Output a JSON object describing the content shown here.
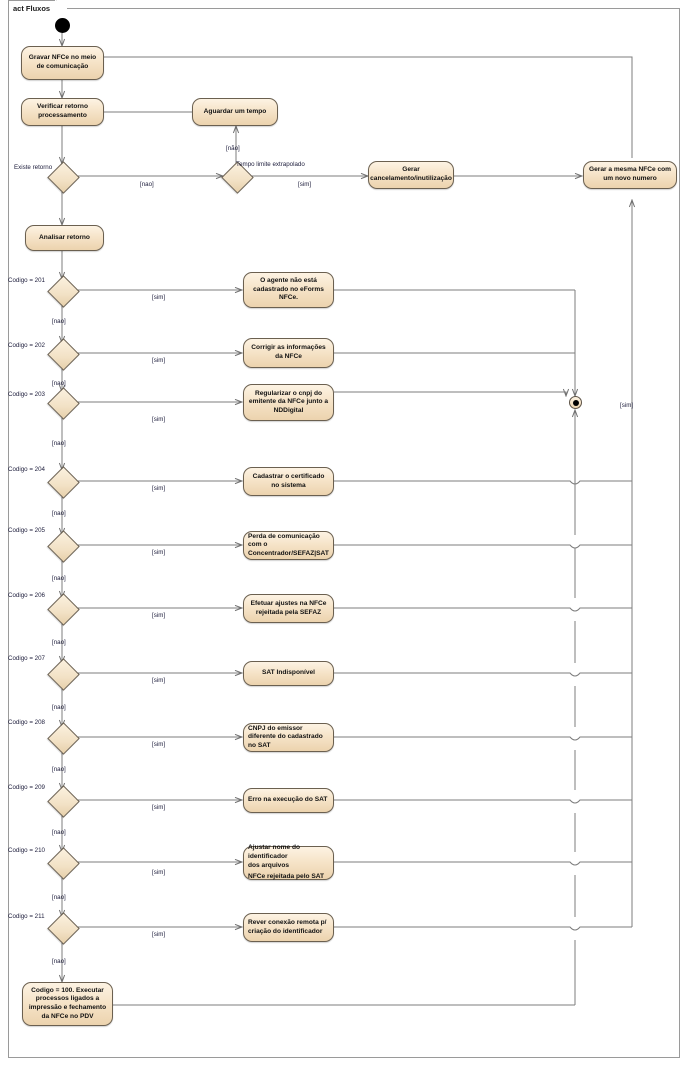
{
  "diagram": {
    "frame_label": "act Fluxos",
    "type": "uml-activity-diagram",
    "colors": {
      "node_fill_light": "#fdf3e3",
      "node_fill_dark": "#ecd3ae",
      "node_border": "#6b6050",
      "edge": "#7d7d7d",
      "frame_border": "#9a9a9a",
      "label_text": "#1b1b3a",
      "background": "#ffffff"
    }
  },
  "nodes": {
    "initial": "initial-node",
    "final": "activity-final-node",
    "actions": [
      {
        "id": "gravar",
        "label": "Gravar NFCe no meio de comunicação"
      },
      {
        "id": "verificar",
        "label": "Verificar retorno processamento"
      },
      {
        "id": "aguardar",
        "label": "Aguardar um tempo"
      },
      {
        "id": "gerar_cancelamento",
        "label": "Gerar cancelamento/inutilização"
      },
      {
        "id": "gerar_mesma",
        "label": "Gerar a mesma NFCe com um novo numero"
      },
      {
        "id": "analisar",
        "label": "Analisar retorno"
      },
      {
        "id": "a201",
        "label": "O agente não está cadastrado no eForms NFCe."
      },
      {
        "id": "a202",
        "label": "Corrigir as informações da NFCe"
      },
      {
        "id": "a203",
        "label": "Regularizar o cnpj do emitente da NFCe junto a NDDigital"
      },
      {
        "id": "a204",
        "label": "Cadastrar o certificado no sistema"
      },
      {
        "id": "a205",
        "label": "Perda de comunicação com o Concentrador/SEFAZ|SAT"
      },
      {
        "id": "a206",
        "label": "Efetuar ajustes na NFCe rejeitada pela SEFAZ"
      },
      {
        "id": "a207",
        "label": "SAT Indisponível"
      },
      {
        "id": "a208",
        "label": "CNPJ do emissor diferente do cadastrado no SAT"
      },
      {
        "id": "a209",
        "label": "Erro na execução do SAT"
      },
      {
        "id": "a210_line1",
        "label": "Ajustar nome do identificador"
      },
      {
        "id": "a210_line2",
        "label": "dos arquivos"
      },
      {
        "id": "a210_line3",
        "label": "NFCe rejeitada pelo SAT"
      },
      {
        "id": "a211",
        "label": "Rever conexão remota p/ criação do identificador"
      },
      {
        "id": "a100",
        "label": "Codigo = 100. Executar processos ligados a impressão e fechamento da NFCe no PDV"
      }
    ],
    "decisions": [
      {
        "id": "d_existe",
        "guard_label": "Existe retorno",
        "yes": "",
        "no": "[nao]"
      },
      {
        "id": "d_tempo",
        "guard_label": "Tempo limite extrapolado",
        "yes": "[sim]",
        "no": "[não]"
      },
      {
        "id": "d201",
        "guard_label": "Codigo = 201",
        "yes": "[sim]",
        "no": "[nao]"
      },
      {
        "id": "d202",
        "guard_label": "Codigo = 202",
        "yes": "[sim]",
        "no": "[nao]"
      },
      {
        "id": "d203",
        "guard_label": "Codigo = 203",
        "yes": "[sim]",
        "no": "[nao]"
      },
      {
        "id": "d204",
        "guard_label": "Codigo = 204",
        "yes": "[sim]",
        "no": "[nao]"
      },
      {
        "id": "d205",
        "guard_label": "Codigo = 205",
        "yes": "[sim]",
        "no": "[nao]"
      },
      {
        "id": "d206",
        "guard_label": "Codigo = 206",
        "yes": "[sim]",
        "no": "[nao]"
      },
      {
        "id": "d207",
        "guard_label": "Codigo = 207",
        "yes": "[sim]",
        "no": "[nao]"
      },
      {
        "id": "d208",
        "guard_label": "Codigo = 208",
        "yes": "[sim]",
        "no": "[nao]"
      },
      {
        "id": "d209",
        "guard_label": "Codigo = 209",
        "yes": "[sim]",
        "no": "[nao]"
      },
      {
        "id": "d210",
        "guard_label": "Codigo = 210",
        "yes": "[sim]",
        "no": "[nao]"
      },
      {
        "id": "d211",
        "guard_label": "Codigo = 211",
        "yes": "[sim]",
        "no": "[nao]"
      }
    ],
    "extra_labels": [
      {
        "id": "right_sim",
        "text": "[sim]"
      }
    ]
  }
}
